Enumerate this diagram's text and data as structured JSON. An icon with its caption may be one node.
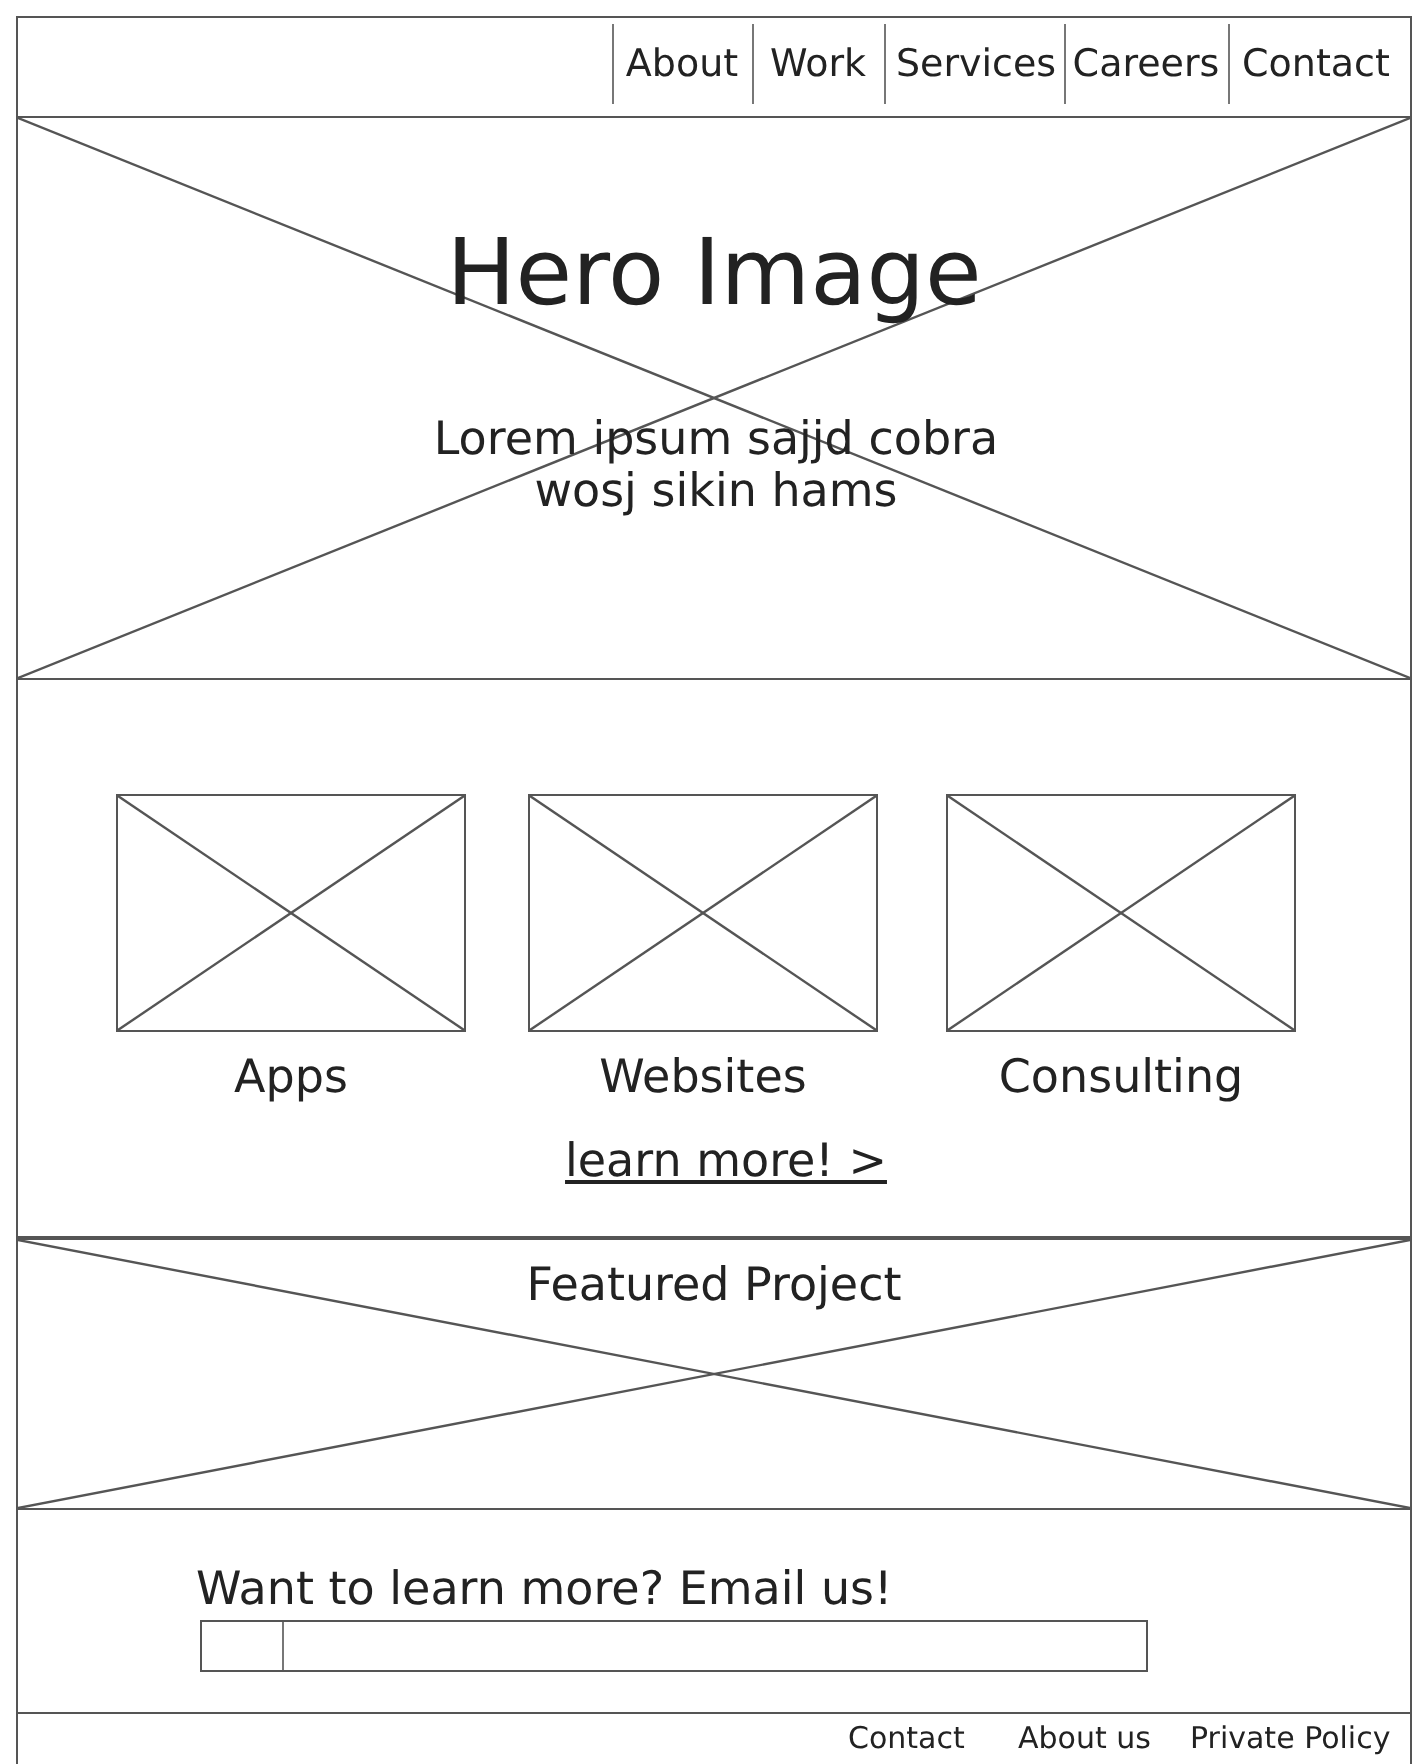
{
  "diagram": {
    "nodes": [
      {
        "text": [
          "Hero Image",
          "Lorem ipsum sajjd cobra wosj sikin hams"
        ]
      },
      {
        "text": [],
        "shape": "box",
        "beside": [
          "Apps"
        ]
      },
      {
        "text": [],
        "shape": "box",
        "beside": [
          "Websites"
        ]
      },
      {
        "text": [],
        "shape": "box",
        "beside": [
          "Consulting"
        ]
      },
      {
        "text": [
          "Featured Project"
        ]
      },
      {
        "text": [],
        "shape": "box"
      }
    ],
    "labels": [
      "About",
      "Work",
      "Services",
      "Careers",
      "Contact",
      "learn more! >",
      "Want to learn more? Email us!",
      "Contact",
      "About us",
      "Private Policy"
    ]
  }
}
